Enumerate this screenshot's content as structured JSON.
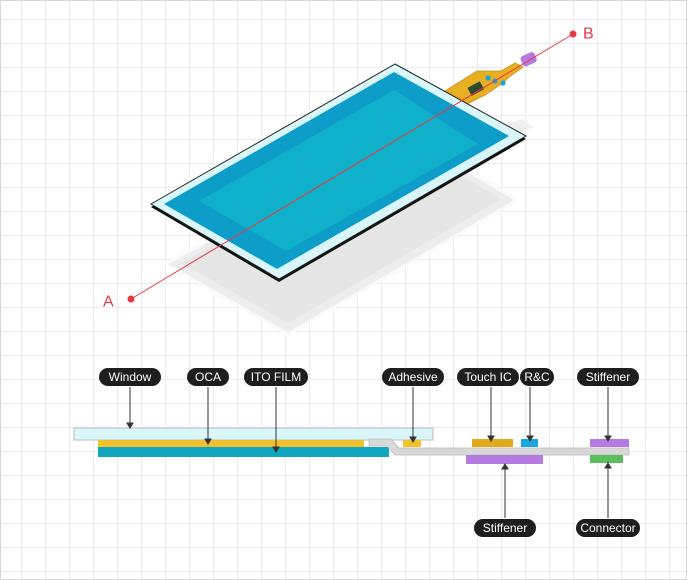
{
  "section_points": {
    "start": "A",
    "end": "B"
  },
  "top_labels": [
    "Window",
    "OCA",
    "ITO FILM",
    "Adhesive",
    "Touch IC",
    "R&C",
    "Stiffener"
  ],
  "bottom_labels": [
    "Stiffener",
    "Connector"
  ],
  "colors": {
    "window": "#d9f7fb",
    "oca": "#f2c12e",
    "ito": "#10a6c1",
    "fpc": "#d8d8d8",
    "touch_ic": "#e0aa1a",
    "rc": "#1aa7e0",
    "stiffener": "#b47ae0",
    "connector": "#5cbd5c",
    "section_line": "#e53945",
    "label_bg": "#1e1e1e"
  }
}
